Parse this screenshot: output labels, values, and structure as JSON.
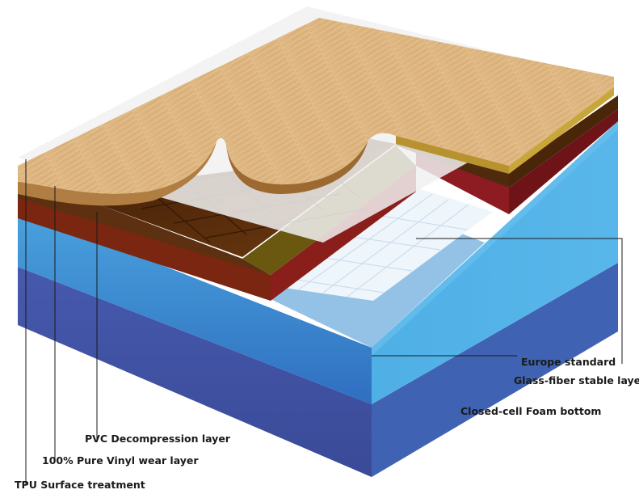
{
  "labels": {
    "europe_standard": "Europe standard",
    "glass_fiber": "Glass-fiber stable layer",
    "foam_bottom": "Closed-cell Foam bottom",
    "pvc_decompression": "PVC Decompression layer",
    "vinyl_wear": "100% Pure Vinyl wear layer",
    "tpu_surface": "TPU Surface treatment"
  },
  "colors": {
    "wood_top": "#e2bd8a",
    "wood_grain": "#c99e68",
    "wood_edge": "#a8793f",
    "brown_layer": "#5a2e0c",
    "olive_layer": "#6b5a10",
    "red_layer": "#7a1a10",
    "light_blue": "#4aa6dc",
    "mid_blue": "#3b82c8",
    "deep_blue": "#3b55a6",
    "white_panel": "#eef5fb",
    "tpu_film": "#f4f4f4"
  }
}
